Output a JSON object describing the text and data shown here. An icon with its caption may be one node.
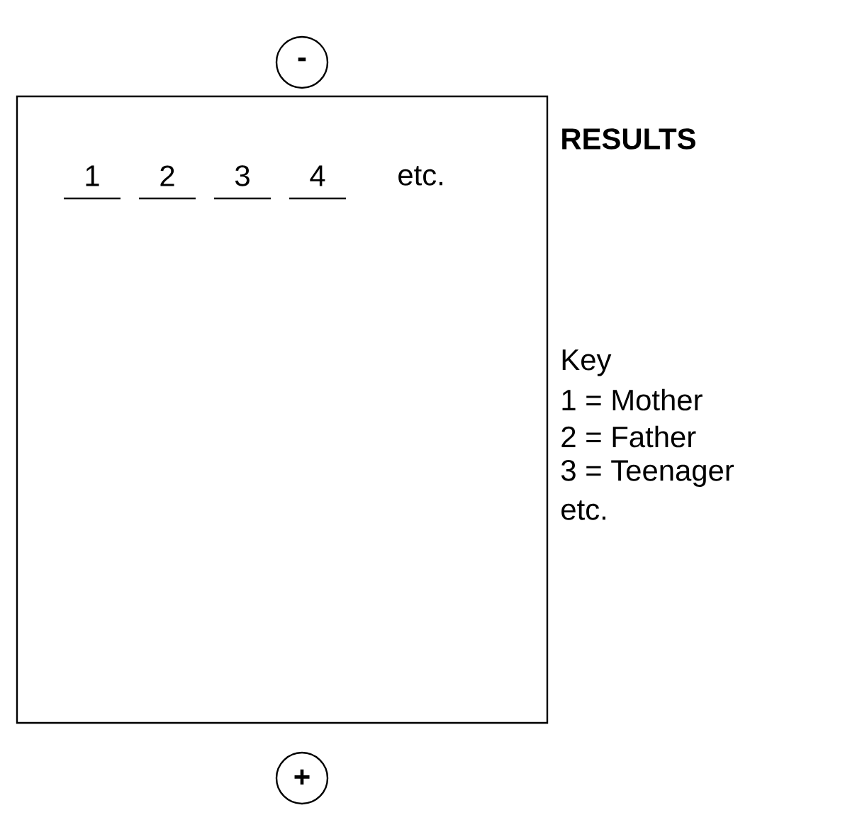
{
  "diagram": {
    "title": "RESULTS",
    "nodes": [
      {
        "text": [
          "-"
        ]
      },
      {
        "text": [],
        "shape": "box"
      },
      {
        "text": [
          "+"
        ]
      }
    ],
    "labels": [
      "1",
      "2",
      "3",
      "4",
      "etc.",
      "Key",
      "1 = Mother",
      "2 = Father",
      "3 = Teenager",
      "etc."
    ]
  }
}
